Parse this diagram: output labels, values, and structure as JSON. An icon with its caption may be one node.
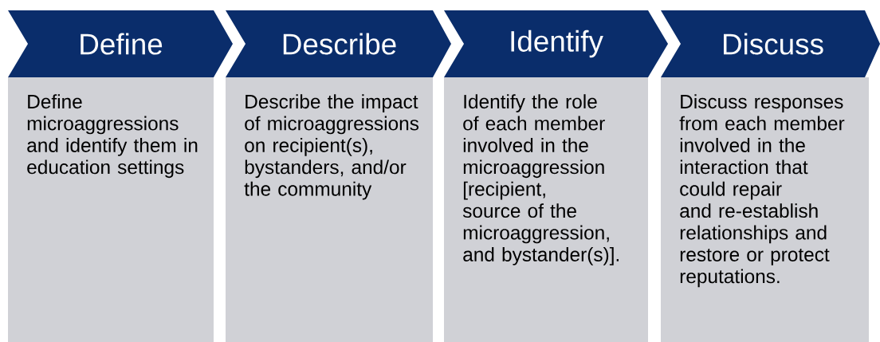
{
  "diagram": {
    "nodes": [
      {
        "text": [
          "Define"
        ]
      },
      {
        "text": [
          "Define microaggressions and identify them in education settings"
        ]
      },
      {
        "text": [
          "Describe"
        ]
      },
      {
        "text": [
          "Describe the impact of microaggressions on recipient(s), bystanders, and/or the community"
        ]
      },
      {
        "text": [
          "Identify"
        ]
      },
      {
        "text": [
          "Identify the role of each member involved in the microaggression [recipient, source of the microaggression, and bystander(s)]."
        ]
      },
      {
        "text": [
          "Discuss"
        ]
      },
      {
        "text": [
          "Discuss responses from each member involved in the interaction that could repair and re-establish relationships and restore or protect reputations."
        ]
      }
    ]
  }
}
